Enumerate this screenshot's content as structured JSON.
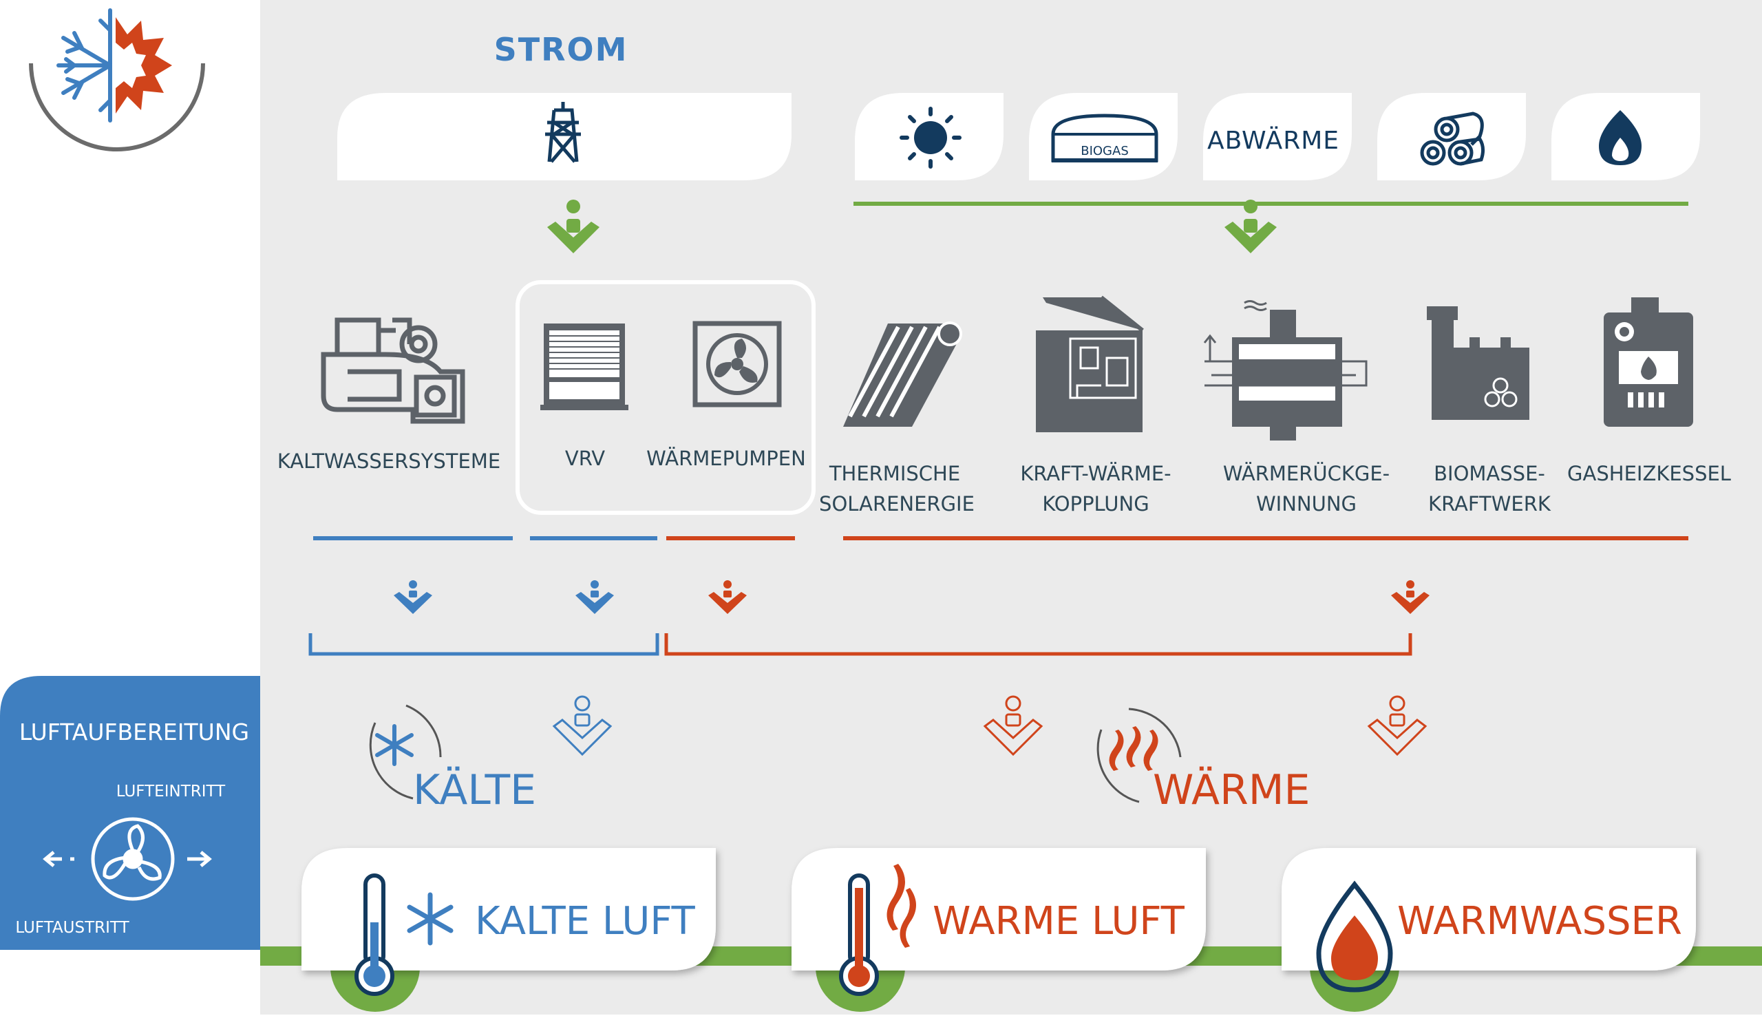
{
  "header": {
    "strom_label": "STROM"
  },
  "sources": {
    "abwaerme_label": "ABWÄRME",
    "biogas_label": "BIOGAS"
  },
  "systems": {
    "kaltwasser": "KALTWASSERSYSTEME",
    "vrv": "VRV",
    "waermepumpen": "WÄRMEPUMPEN",
    "solar_line1": "THERMISCHE",
    "solar_line2": "SOLARENERGIE",
    "kwk_line1": "KRAFT-WÄRME-",
    "kwk_line2": "KOPPLUNG",
    "wrg_line1": "WÄRMERÜCKGE-",
    "wrg_line2": "WINNUNG",
    "biomasse_line1": "BIOMASSE-",
    "biomasse_line2": "KRAFTWERK",
    "gas": "GASHEIZKESSEL"
  },
  "energy": {
    "kaelte": "KÄLTE",
    "waerme": "WÄRME"
  },
  "air_treatment": {
    "title": "LUFTAUFBEREITUNG",
    "inlet": "LUFTEINTRITT",
    "outlet": "LUFTAUSTRITT"
  },
  "outputs": {
    "cold_air": "KALTE LUFT",
    "warm_air": "WARME LUFT",
    "hot_water": "WARMWASSER"
  },
  "colors": {
    "blue": "#3f7fc0",
    "red": "#d0441b",
    "green": "#72ab44",
    "navy": "#133a5e",
    "grey_icon": "#5d6268",
    "panel_bg": "#ebebeb"
  }
}
